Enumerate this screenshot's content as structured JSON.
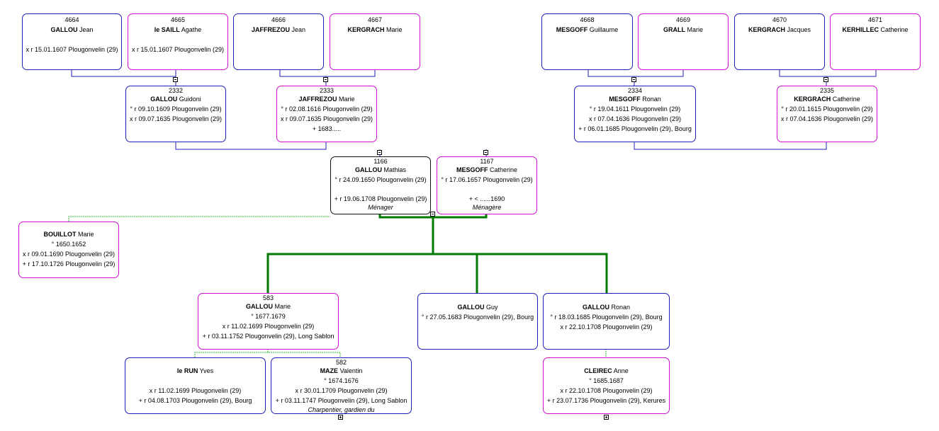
{
  "persons": {
    "p4664": {
      "num": "4664",
      "surname": "GALLOU",
      "given": "Jean",
      "l1": "",
      "l2": "x r 15.01.1607 Plougonvelin (29)"
    },
    "p4665": {
      "num": "4665",
      "surname": "le SAILL",
      "given": "Agathe",
      "l1": "",
      "l2": "x r 15.01.1607 Plougonvelin (29)"
    },
    "p4666": {
      "num": "4666",
      "surname": "JAFFREZOU",
      "given": "Jean"
    },
    "p4667": {
      "num": "4667",
      "surname": "KERGRACH",
      "given": "Marie"
    },
    "p4668": {
      "num": "4668",
      "surname": "MESGOFF",
      "given": "Guillaume"
    },
    "p4669": {
      "num": "4669",
      "surname": "GRALL",
      "given": "Marie"
    },
    "p4670": {
      "num": "4670",
      "surname": "KERGRACH",
      "given": "Jacques"
    },
    "p4671": {
      "num": "4671",
      "surname": "KERHILLEC",
      "given": "Catherine"
    },
    "p2332": {
      "num": "2332",
      "surname": "GALLOU",
      "given": "Guidoni",
      "l1": "° r 09.10.1609 Plougonvelin (29)",
      "l2": "x r 09.07.1635 Plougonvelin (29)"
    },
    "p2333": {
      "num": "2333",
      "surname": "JAFFREZOU",
      "given": "Marie",
      "l1": "° r 02.08.1616 Plougonvelin (29)",
      "l2": "x r 09.07.1635 Plougonvelin (29)",
      "l3": "+ 1683....."
    },
    "p2334": {
      "num": "2334",
      "surname": "MESGOFF",
      "given": "Ronan",
      "l1": "° r 19.04.1611 Plougonvelin (29)",
      "l2": "x r 07.04.1636 Plougonvelin (29)",
      "l3": "+ r 06.01.1685 Plougonvelin (29), Bourg"
    },
    "p2335": {
      "num": "2335",
      "surname": "KERGRACH",
      "given": "Catherine",
      "l1": "° r 20.01.1615 Plougonvelin (29)",
      "l2": "x r 07.04.1636 Plougonvelin (29)"
    },
    "p1166": {
      "num": "1166",
      "surname": "GALLOU",
      "given": "Mathias",
      "l1": "° r 24.09.1650 Plougonvelin (29)",
      "l2": "",
      "l3": "+ r 19.06.1708 Plougonvelin (29)",
      "occ": "Ménager"
    },
    "p1167": {
      "num": "1167",
      "surname": "MESGOFF",
      "given": "Catherine",
      "l1": "° r 17.06.1657 Plougonvelin (29)",
      "l2": "",
      "l3": "+ < ......1690",
      "occ": "Ménagère"
    },
    "bouillot": {
      "surname": "BOUILLOT",
      "given": "Marie",
      "l1": "° 1650.1652",
      "l2": "x r 09.01.1690 Plougonvelin (29)",
      "l3": "+ r 17.10.1726 Plougonvelin (29)"
    },
    "p583": {
      "num": "583",
      "surname": "GALLOU",
      "given": "Marie",
      "l1": "° 1677.1679",
      "l2": "x r 11.02.1699 Plougonvelin (29)",
      "l3": "+ r 03.11.1752 Plougonvelin (29), Long Sablon"
    },
    "guy": {
      "surname": "GALLOU",
      "given": "Guy",
      "l1": "° r 27.05.1683 Plougonvelin (29), Bourg"
    },
    "ronan": {
      "surname": "GALLOU",
      "given": "Ronan",
      "l1": "° r 18.03.1685 Plougonvelin (29), Bourg",
      "l2": "x r 22.10.1708 Plougonvelin (29)"
    },
    "lerun": {
      "surname": "le RUN",
      "given": "Yves",
      "l1": "",
      "l2": "x r 11.02.1699 Plougonvelin (29)",
      "l3": "+ r 04.08.1703 Plougonvelin (29), Bourg"
    },
    "p582": {
      "num": "582",
      "surname": "MAZE",
      "given": "Valentin",
      "l1": "° 1674.1676",
      "l2": "x r 30.01.1709 Plougonvelin (29)",
      "l3": "+ r 03.11.1747 Plougonvelin (29), Long Sablon",
      "occ": "Charpentier, gardien du"
    },
    "cleirec": {
      "surname": "CLEIREC",
      "given": "Anne",
      "l1": "° 1685.1687",
      "l2": "x r 22.10.1708 Plougonvelin (29)",
      "l3": "+ r 23.07.1736 Plougonvelin (29), Kerures"
    }
  },
  "colors": {
    "male": "#1f1fb8",
    "female": "#d10fd1",
    "ancestry_line": "#1f1fb8",
    "descendant_line": "#007a00",
    "spouse_line": "#2db82d"
  }
}
